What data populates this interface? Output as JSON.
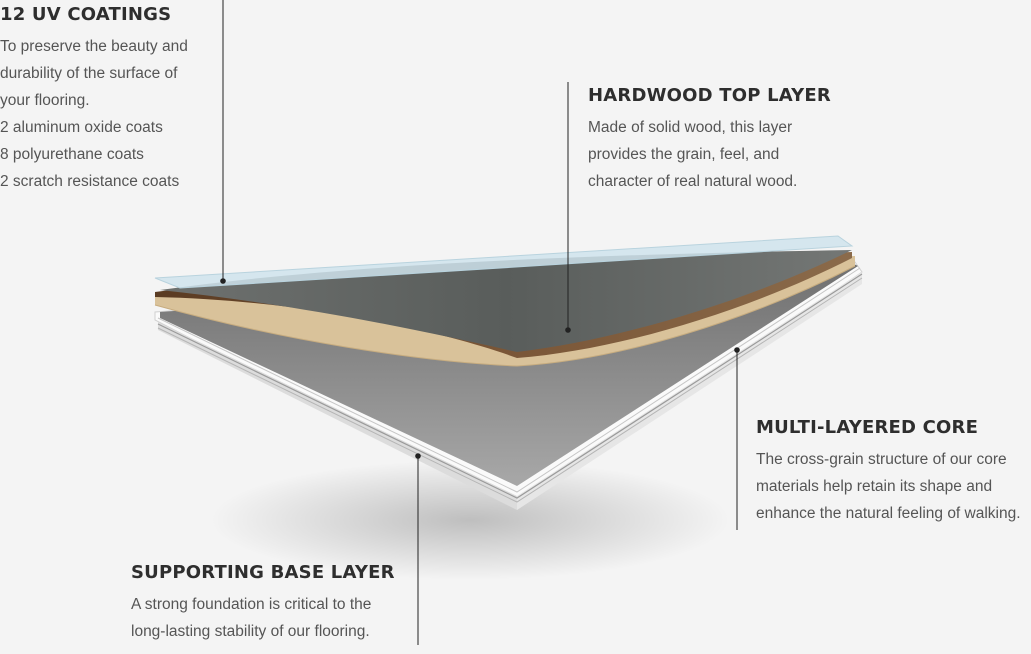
{
  "labels": {
    "uv": {
      "title": "12 UV COATINGS",
      "lines": [
        "To preserve the beauty and",
        "durability of the surface of",
        "your flooring.",
        "2 aluminum oxide coats",
        "8 polyurethane coats",
        "2 scratch resistance coats"
      ]
    },
    "hardwood": {
      "title": "HARDWOOD TOP LAYER",
      "lines": [
        "Made of solid wood, this layer",
        "provides the grain, feel, and",
        "character of real natural wood."
      ]
    },
    "core": {
      "title": "MULTI-LAYERED CORE",
      "lines": [
        "The cross-grain structure of our core",
        "materials help retain its shape and",
        "enhance the natural feeling of walking."
      ]
    },
    "base": {
      "title": "SUPPORTING BASE LAYER",
      "lines": [
        "A strong foundation is critical to the",
        "long-lasting stability of our flooring."
      ]
    }
  },
  "colors": {
    "background": "#f4f4f4",
    "uv_film": "#cfe3ec",
    "wood_surface": "#5d615f",
    "wood_edge": "#6a4a30",
    "wood_side": "#d9c29a",
    "core_top": "#8f8f8f",
    "core_layers": "#e9e9e9",
    "leader_line": "#222222"
  }
}
